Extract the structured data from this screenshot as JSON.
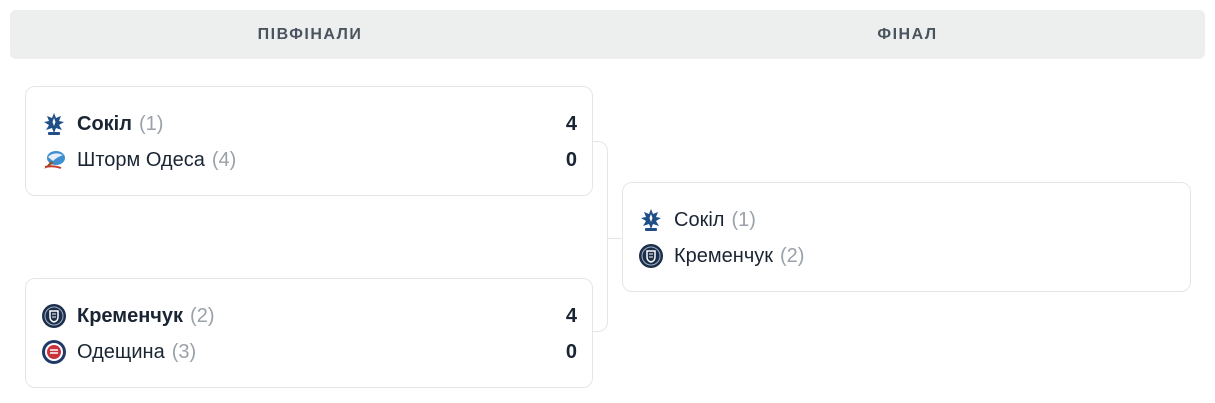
{
  "header": {
    "semis_title": "ПІВФІНАЛИ",
    "final_title": "ФІНАЛ"
  },
  "semifinals": [
    {
      "teams": [
        {
          "name": "Сокіл",
          "seed": "(1)",
          "score": "4",
          "winner": true,
          "logo": "sokil-logo-icon"
        },
        {
          "name": "Шторм Одеса",
          "seed": "(4)",
          "score": "0",
          "winner": false,
          "logo": "shtorm-odesa-logo-icon"
        }
      ]
    },
    {
      "teams": [
        {
          "name": "Кременчук",
          "seed": "(2)",
          "score": "4",
          "winner": true,
          "logo": "kremenchuk-logo-icon"
        },
        {
          "name": "Одещина",
          "seed": "(3)",
          "score": "0",
          "winner": false,
          "logo": "odeshchyna-logo-icon"
        }
      ]
    }
  ],
  "final": {
    "teams": [
      {
        "name": "Сокіл",
        "seed": "(1)",
        "logo": "sokil-logo-icon"
      },
      {
        "name": "Кременчук",
        "seed": "(2)",
        "logo": "kremenchuk-logo-icon"
      }
    ]
  },
  "colors": {
    "header_bg": "#edefef",
    "border": "#e3e6e8",
    "text": "#1a2533",
    "seed": "#9aa1a8"
  }
}
